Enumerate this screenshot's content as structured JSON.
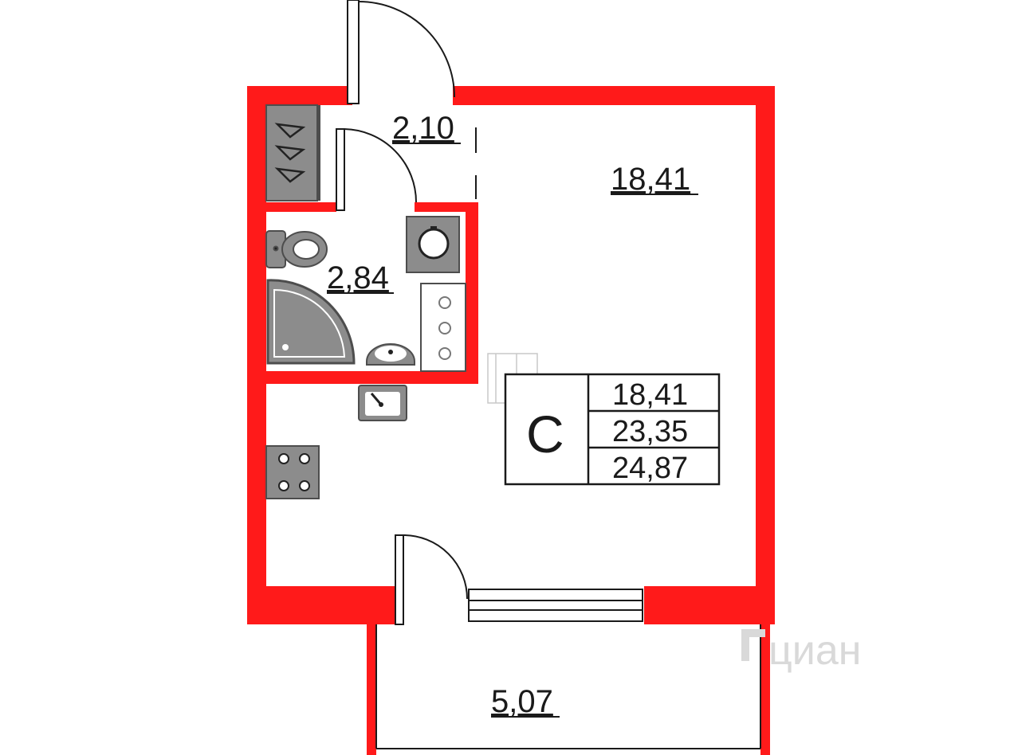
{
  "colors": {
    "wall": "#ff1a1a",
    "fixture_fill": "#8c8c8c",
    "fixture_stroke": "#4d4d4d",
    "line": "#1a1a1a",
    "watermark": "#d9d9d9"
  },
  "rooms": {
    "hall_area": "2,10",
    "room_area": "18,41",
    "bathroom_area": "2,84",
    "balcony_area": "5,07"
  },
  "summary": {
    "type_letter": "С",
    "living_area": "18,41",
    "total_area": "23,35",
    "total_with_balcony": "24,87"
  },
  "watermark": {
    "text": "циан"
  }
}
